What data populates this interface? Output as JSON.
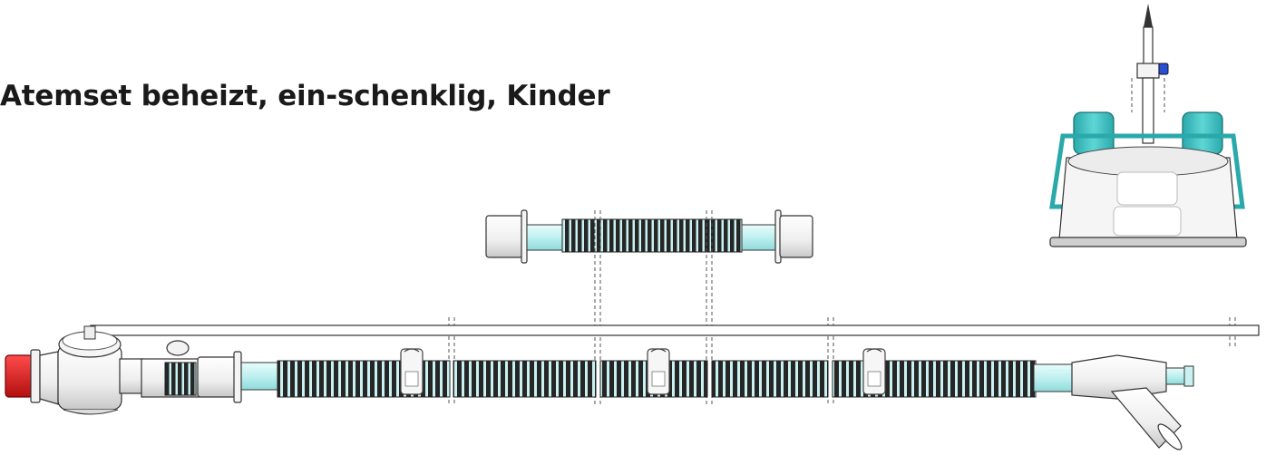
{
  "title": "Atemset beheizt, ein-schenklig, Kinder",
  "components": [
    {
      "name": "chamber-connector",
      "color": "#e8e8e8"
    },
    {
      "name": "extension-tube",
      "color": "#2c2c2c"
    },
    {
      "name": "main-heated-tube",
      "color": "#2c2c2c"
    },
    {
      "name": "humidifier-chamber",
      "color": "#3bbfc0"
    },
    {
      "name": "patient-y-piece",
      "color": "#e8e8e8"
    }
  ],
  "colors": {
    "accent_teal": "#3bbfc0",
    "tube_dark": "#2c2c2c",
    "red_cap": "#d81e1e",
    "light_cyan": "#c9f1f1",
    "blue_valve": "#2a4fd1"
  }
}
